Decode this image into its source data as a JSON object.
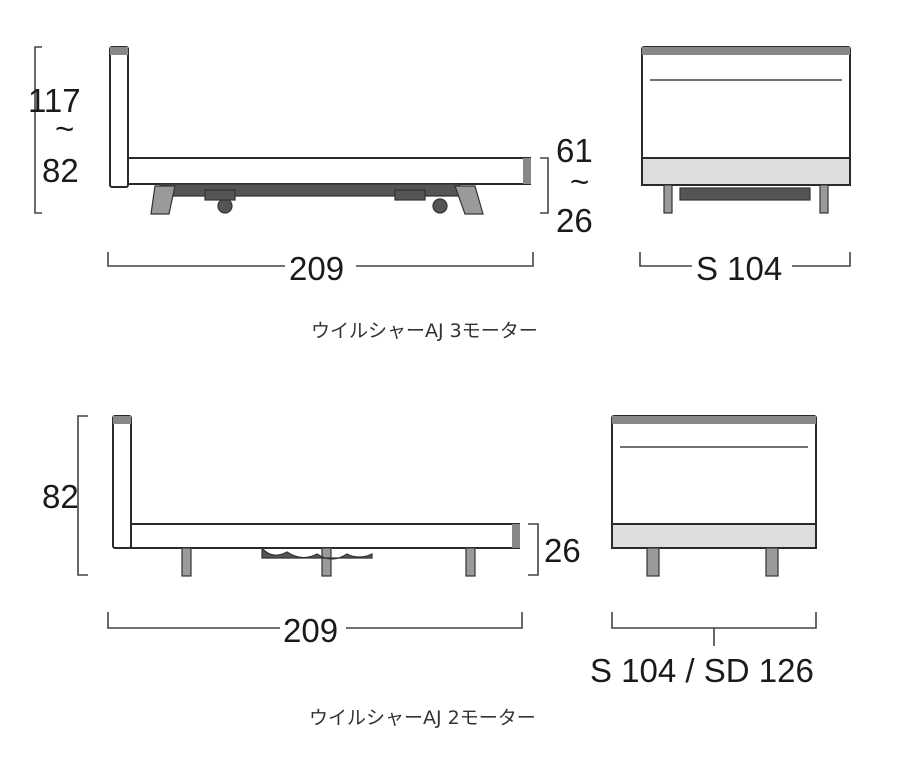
{
  "three_motor": {
    "side_height": {
      "max": "117",
      "tilde": "~",
      "min": "82"
    },
    "deck_height": {
      "max": "61",
      "tilde": "~",
      "min": "26"
    },
    "length": "209",
    "width": "S 104",
    "caption": "ウイルシャーAJ 3モーター"
  },
  "two_motor": {
    "side_height": "82",
    "deck_height": "26",
    "length": "209",
    "width": "S 104 / SD 126",
    "caption": "ウイルシャーAJ 2モーター"
  }
}
